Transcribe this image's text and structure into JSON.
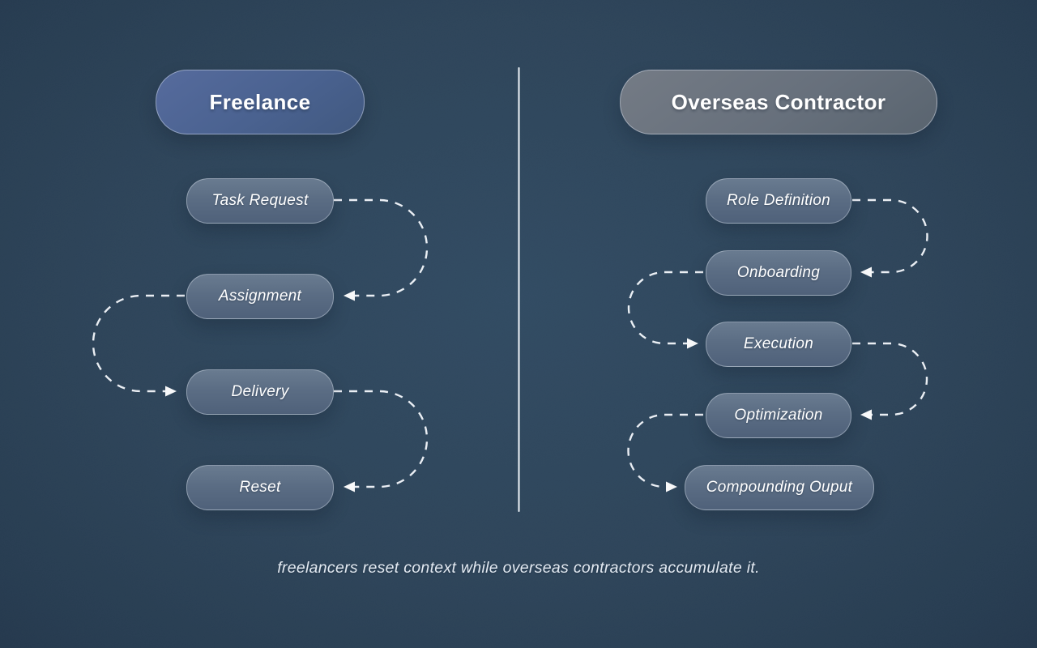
{
  "left": {
    "header": "Freelance",
    "nodes": [
      "Task Request",
      "Assignment",
      "Delivery",
      "Reset"
    ]
  },
  "right": {
    "header": "Overseas Contractor",
    "nodes": [
      "Role Definition",
      "Onboarding",
      "Execution",
      "Optimization",
      "Compounding Ouput"
    ]
  },
  "caption": "freelancers reset context while overseas contractors accumulate it.",
  "colors": {
    "background": "#2a4157",
    "freelance_pill": "#4a6290",
    "contractor_pill": "#67707c",
    "node_pill": "#5b6d84",
    "arrow": "#ffffff",
    "divider": "#f0f5fa"
  }
}
